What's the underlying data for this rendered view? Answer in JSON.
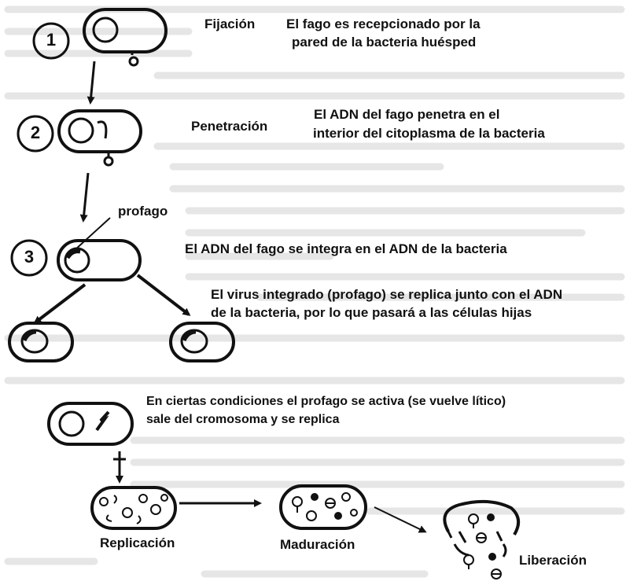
{
  "steps": [
    {
      "number": "1",
      "name": "Fijación",
      "description": [
        "El fago  es recepcionado por la",
        "pared de la bacteria huésped"
      ]
    },
    {
      "number": "2",
      "name": "Penetración",
      "description": [
        "El ADN del fago penetra en el",
        "interior del citoplasma de la bacteria"
      ]
    },
    {
      "number": "3",
      "name": "",
      "description": [
        "El ADN del fago se  integra  en  el ADN de la bacteria"
      ]
    }
  ],
  "profago_label": "profago",
  "replication_note": [
    "El virus integrado (profago) se replica junto con el ADN",
    "de la bacteria, por lo que pasará a las células hijas"
  ],
  "activation_note": [
    "En ciertas condiciones   el profago se activa (se vuelve lítico)",
    "sale del cromosoma  y se replica"
  ],
  "lytic_stages": [
    "Replicación",
    "Maduración",
    "Liberación"
  ],
  "colors": {
    "ink": "#111111",
    "background": "#ffffff",
    "faded_text": "#e4e4e4"
  }
}
